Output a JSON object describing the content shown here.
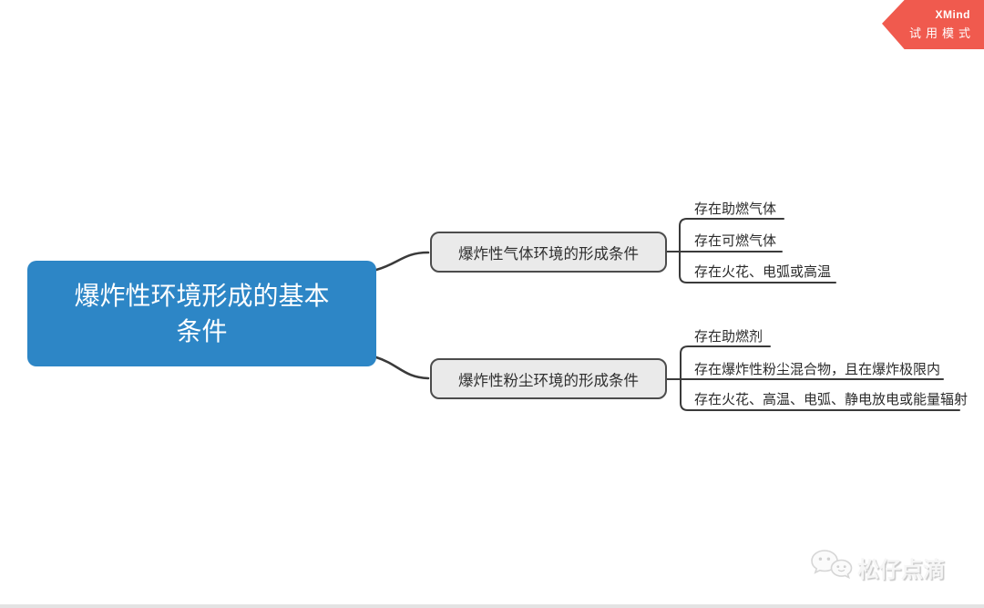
{
  "ribbon": {
    "brand": "XMind",
    "mode_label": "试用模式",
    "color": "#f05a4e"
  },
  "mindmap": {
    "root": {
      "label": "爆炸性环境形成的基本\n条件",
      "fill": "#2d86c6",
      "text_color": "#ffffff"
    },
    "branches": [
      {
        "label": "爆炸性气体环境的形成条件",
        "children": [
          "存在助燃气体",
          "存在可燃气体",
          "存在火花、电弧或高温"
        ]
      },
      {
        "label": "爆炸性粉尘环境的形成条件",
        "children": [
          "存在助燃剂",
          "存在爆炸性粉尘混合物，且在爆炸极限内",
          "存在火花、高温、电弧、静电放电或能量辐射"
        ]
      }
    ],
    "colors": {
      "branch_fill": "#eaeaea",
      "branch_border": "#4c4c4c",
      "connector_line": "#3a3a3a"
    }
  },
  "watermark": {
    "text": "松仔点滴",
    "logo": "wechat-chat-bubbles-icon"
  }
}
